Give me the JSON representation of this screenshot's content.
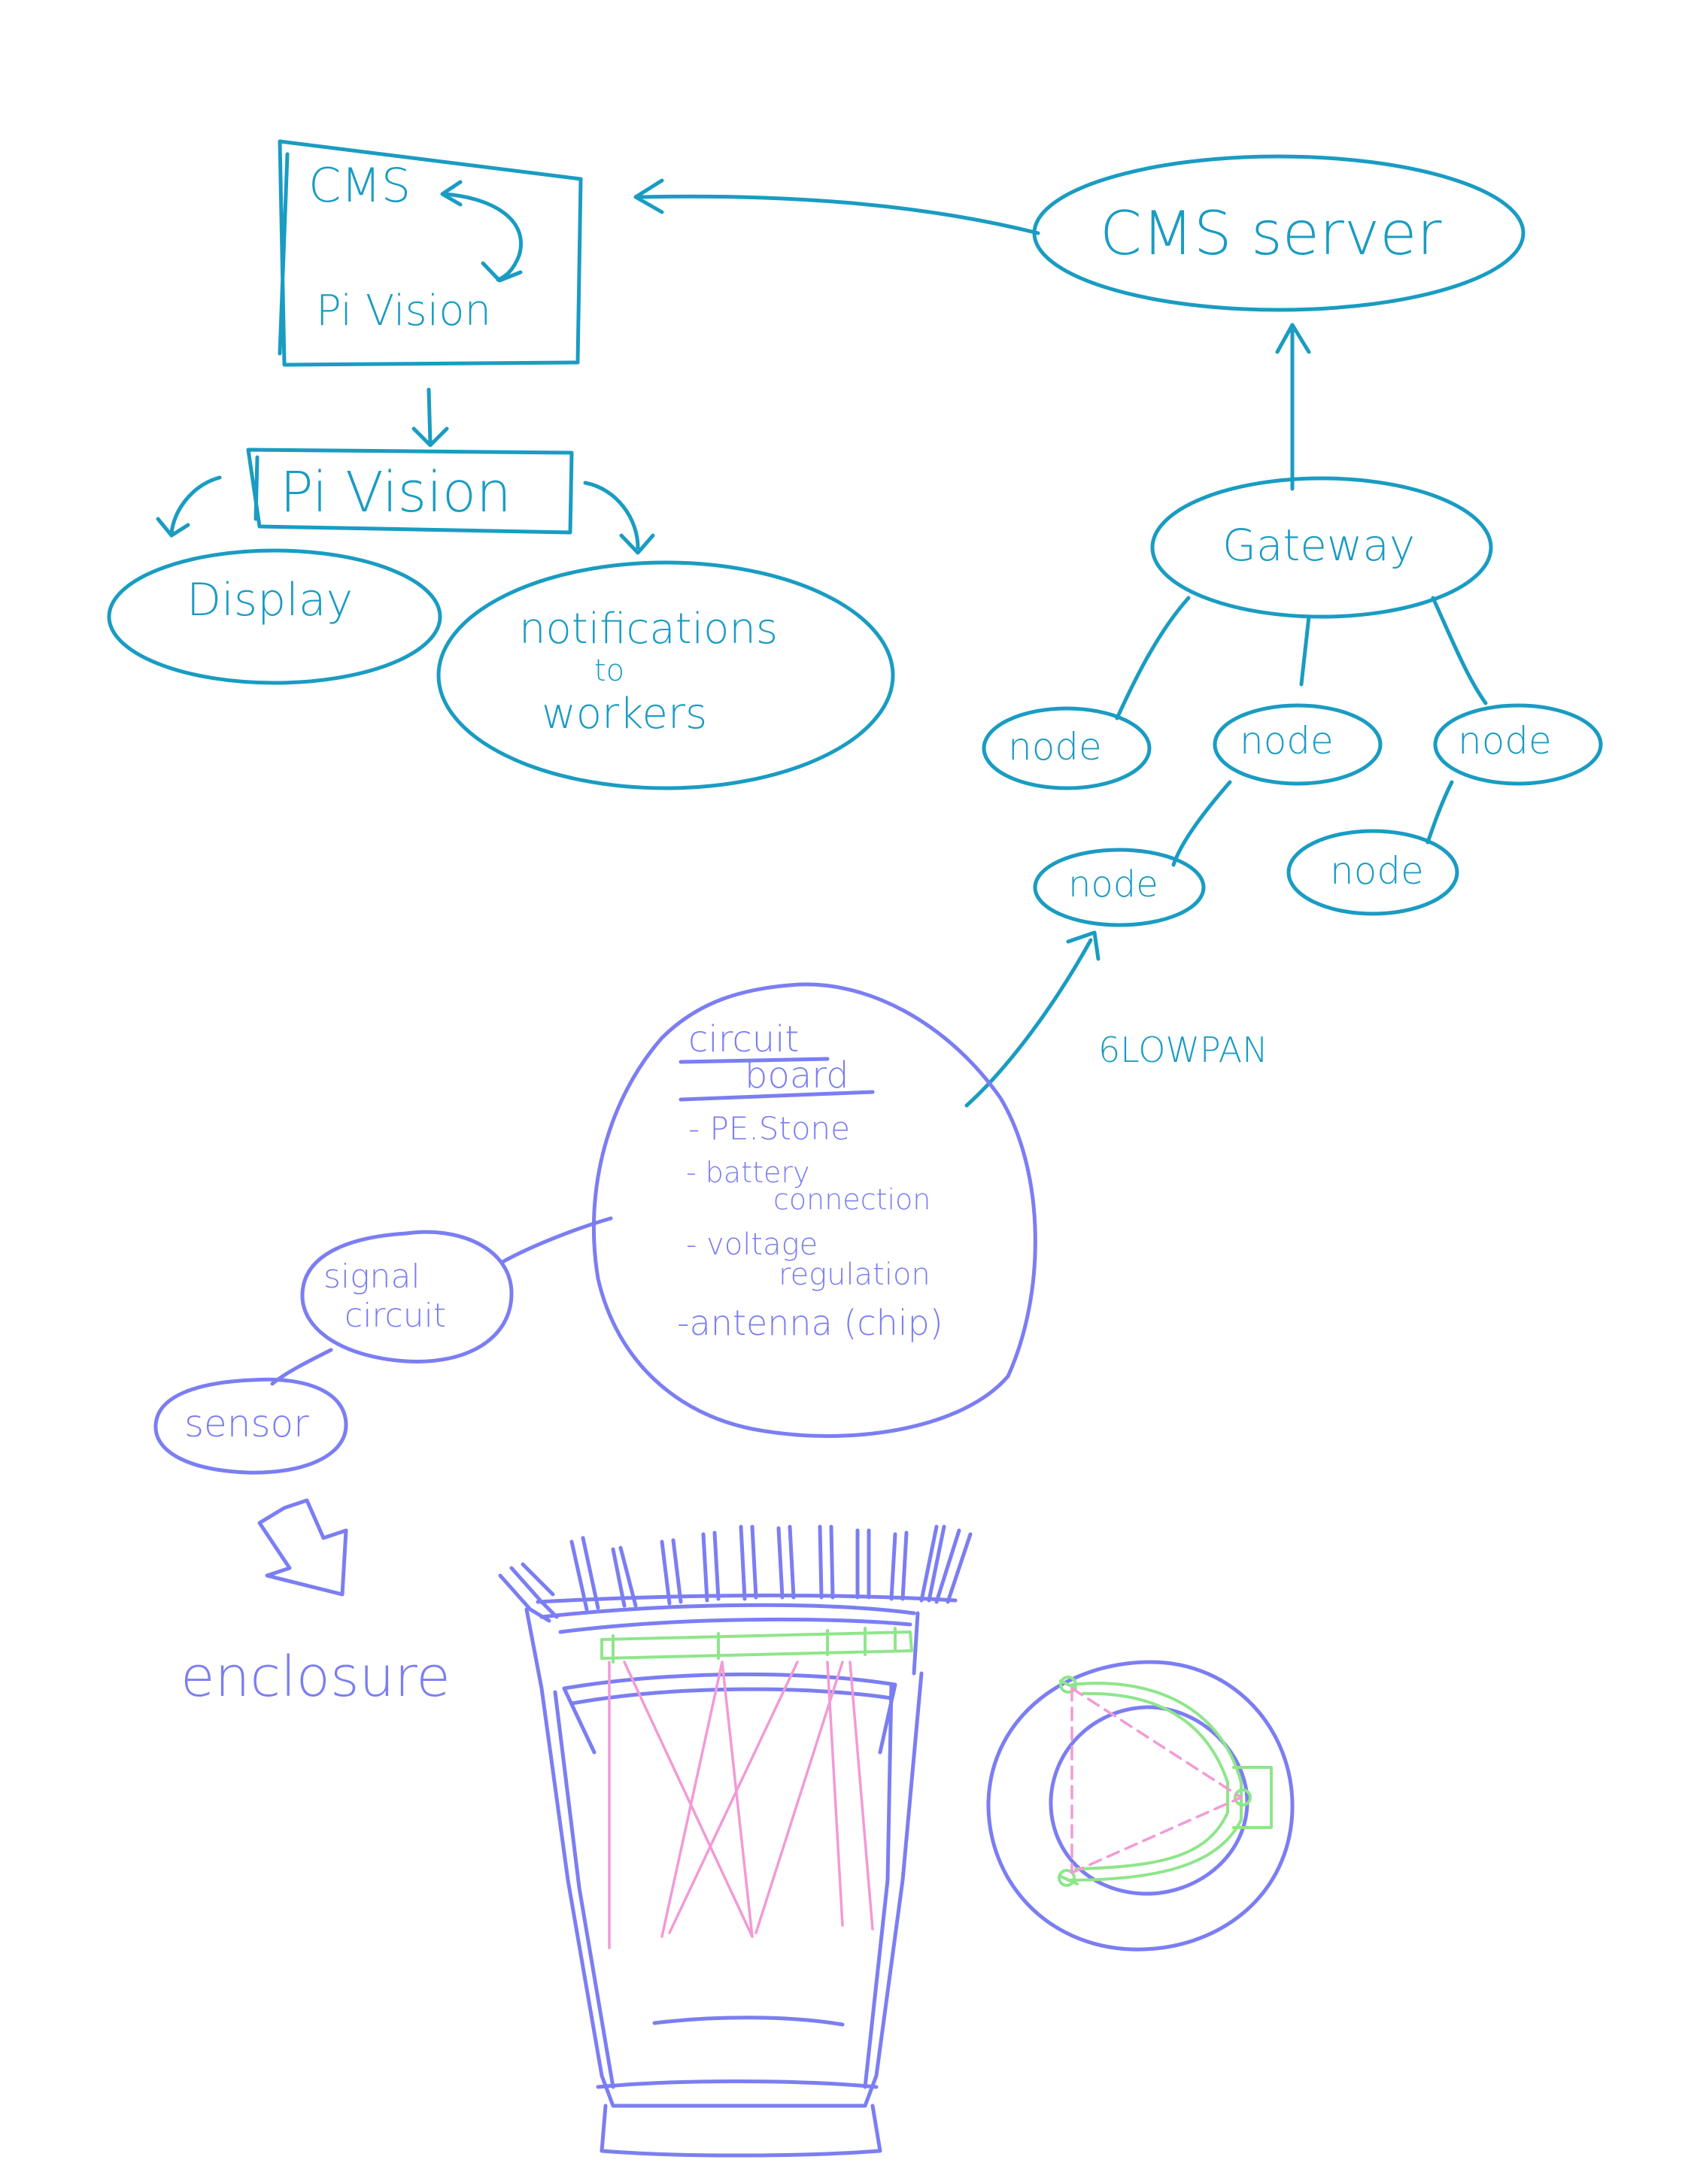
{
  "colors": {
    "teal": "#1a9cc2",
    "blue": "#7b7ef2",
    "green": "#8ee68a",
    "pink": "#f29ad6"
  },
  "top_left": {
    "cms": "CMS",
    "pi_vision_inner": "Pi Vision",
    "pi_vision_box": "Pi Vision",
    "display": "Display",
    "notifications_line1": "notifications",
    "notifications_line2": "to",
    "notifications_line3": "workers"
  },
  "top_right": {
    "cms_server": "CMS server",
    "gateway": "Gateway",
    "node_label": "node",
    "protocol": "6LOWPAN"
  },
  "circuit": {
    "title_line1": "circuit",
    "title_line2": "board",
    "item1": "- PE.Stone",
    "item2_line1": "- battery",
    "item2_line2": "connection",
    "item3_line1": "- voltage",
    "item3_line2": "regulation",
    "item4": "-antenna (chip)"
  },
  "bottom": {
    "signal_line1": "signal",
    "signal_line2": "circuit",
    "sensor": "sensor",
    "enclosure": "enclosure"
  }
}
